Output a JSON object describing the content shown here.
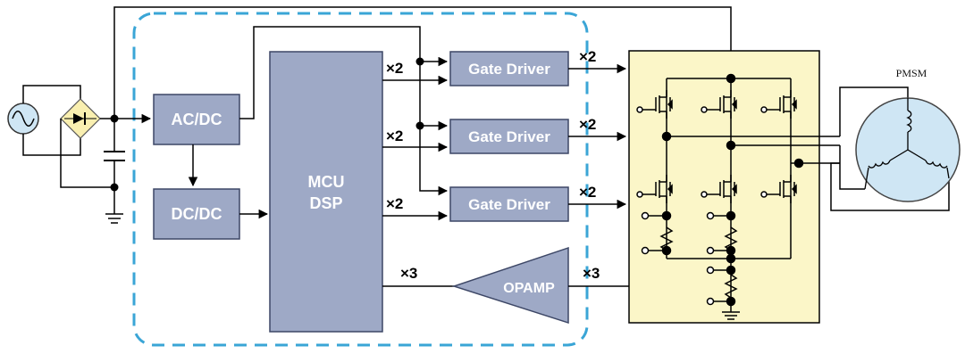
{
  "blocks": {
    "acdc": "AC/DC",
    "dcdc": "DC/DC",
    "mcu_line1": "MCU",
    "mcu_line2": "DSP",
    "gate_driver_1": "Gate Driver",
    "gate_driver_2": "Gate Driver",
    "gate_driver_3": "Gate Driver",
    "opamp": "OPAMP",
    "motor": "PMSM"
  },
  "multipliers": {
    "mcu_to_gd1": "×2",
    "mcu_to_gd2": "×2",
    "mcu_to_gd3": "×2",
    "gd1_out": "×2",
    "gd2_out": "×2",
    "gd3_out": "×2",
    "mcu_opamp": "×3",
    "opamp_in": "×3"
  },
  "colors": {
    "block_fill": "#9ea9c6",
    "block_stroke": "#3d4766",
    "bridge_fill": "#fbf6c8",
    "dashed_border": "#3aa5d6",
    "wire": "#000000"
  }
}
